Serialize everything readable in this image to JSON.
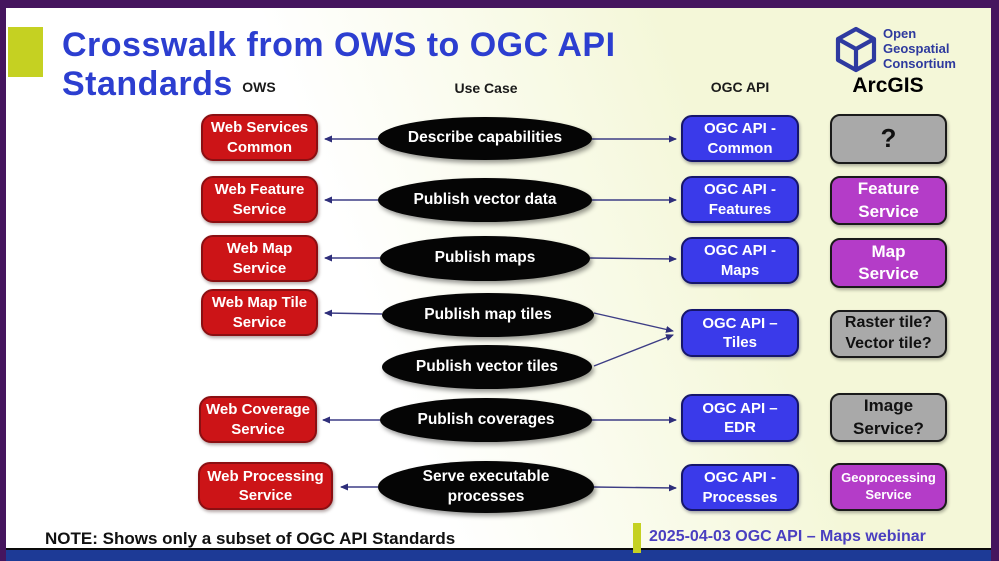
{
  "slide": {
    "title": "Crosswalk from OWS to OGC API Standards",
    "logo": {
      "org_name": [
        "Open",
        "Geospatial",
        "Consortium"
      ]
    },
    "headers": {
      "ows": "OWS",
      "use_case": "Use Case",
      "ogc_api": "OGC API",
      "arcgis": "ArcGIS"
    },
    "note": "NOTE: Shows only a subset of OGC API Standards",
    "footer_caption": "2025-04-03 OGC API – Maps webinar",
    "colors": {
      "title_blue": "#2c3ed0",
      "ows_red": "#cc1417",
      "ogc_blue": "#3a3aea",
      "arcgis_purple": "#b43cc8",
      "arcgis_gray": "#a9a9a9",
      "use_case_black": "#050505",
      "accent_yellow_green": "#c5d122",
      "border_purple": "#45155e",
      "bottom_navy": "#1d3a96"
    },
    "ows_boxes": [
      {
        "label": [
          "Web Services",
          "Common"
        ]
      },
      {
        "label": [
          "Web Feature",
          "Service"
        ]
      },
      {
        "label": [
          "Web Map",
          "Service"
        ]
      },
      {
        "label": [
          "Web Map Tile",
          "Service"
        ]
      },
      {
        "label": [
          "Web Coverage",
          "Service"
        ]
      },
      {
        "label": [
          "Web Processing",
          "Service"
        ]
      }
    ],
    "use_cases": [
      {
        "label": "Describe capabilities"
      },
      {
        "label": "Publish vector data"
      },
      {
        "label": "Publish maps"
      },
      {
        "label": "Publish map tiles"
      },
      {
        "label": "Publish vector tiles"
      },
      {
        "label": "Publish coverages"
      },
      {
        "label": [
          "Serve executable",
          "processes"
        ]
      }
    ],
    "ogc_boxes": [
      {
        "label": [
          "OGC API -",
          "Common"
        ]
      },
      {
        "label": [
          "OGC API -",
          "Features"
        ]
      },
      {
        "label": [
          "OGC API -",
          "Maps"
        ]
      },
      {
        "label": [
          "OGC API –",
          "Tiles"
        ]
      },
      {
        "label": [
          "OGC API –",
          "EDR"
        ]
      },
      {
        "label": [
          "OGC API -",
          "Processes"
        ]
      }
    ],
    "arcgis_boxes": [
      {
        "label": "?",
        "status": "unknown"
      },
      {
        "label": [
          "Feature",
          "Service"
        ],
        "status": "known"
      },
      {
        "label": [
          "Map",
          "Service"
        ],
        "status": "known"
      },
      {
        "label": [
          "Raster tile?",
          "Vector tile?"
        ],
        "status": "unknown"
      },
      {
        "label": [
          "Image",
          "Service?"
        ],
        "status": "unknown"
      },
      {
        "label": [
          "Geoprocessing",
          "Service"
        ],
        "status": "known"
      }
    ]
  }
}
